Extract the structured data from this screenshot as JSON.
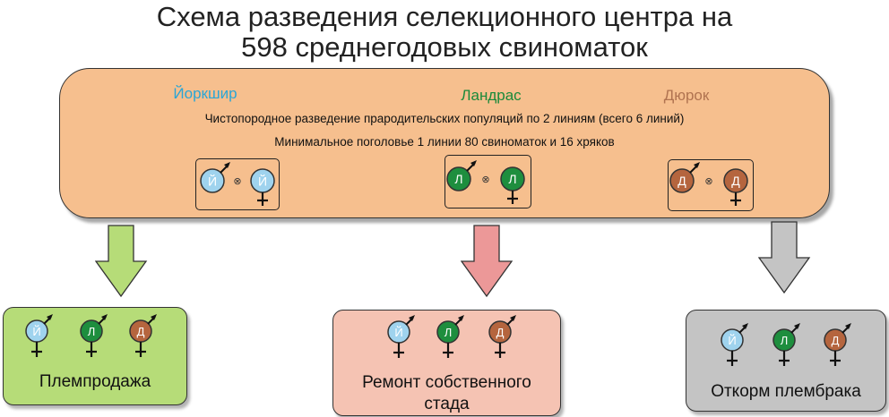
{
  "title": {
    "line1": "Схема разведения селекционного центра на",
    "line2": "598 среднегодовых свиноматок"
  },
  "panel": {
    "breeds": [
      {
        "name": "Йоркшир",
        "letter": "Й",
        "color": "#2aa6d6",
        "fill": "#9fd3ee"
      },
      {
        "name": "Ландрас",
        "letter": "Л",
        "color": "#1a8a3a",
        "fill": "#1e8e3e"
      },
      {
        "name": "Дюрок",
        "letter": "Д",
        "color": "#b07350",
        "fill": "#b5653e"
      }
    ],
    "line1": "Чистопородное разведение прародительских популяций по 2 линиям (всего 6 линий)",
    "line2": "Минимальное поголовье 1 линии 80 свиноматок и 16 хряков",
    "cross_symbol": "⊗"
  },
  "outputs": [
    {
      "label": "Племпродажа",
      "box_color": "#b6dc78",
      "arrow_color": "#b6dc78"
    },
    {
      "label_line1": "Ремонт собственного",
      "label_line2": "стада",
      "box_color": "#f5c3b3",
      "arrow_color": "#ec9898"
    },
    {
      "label": "Откорм плембрака",
      "box_color": "#c4c4c4",
      "arrow_color": "#c4c4c4"
    }
  ]
}
